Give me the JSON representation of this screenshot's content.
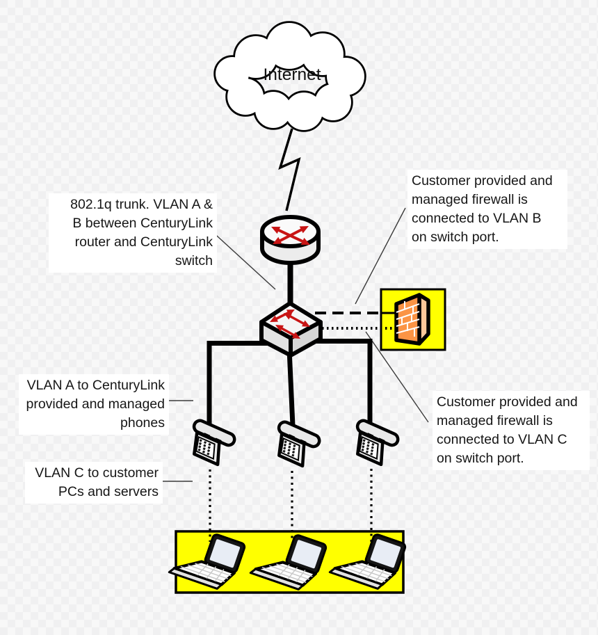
{
  "diagram": {
    "title_node": {
      "internet_label": "Internet"
    },
    "annotations": {
      "trunk": "802.1q trunk. VLAN A &\nB between CenturyLink\nrouter and CenturyLink\nswitch",
      "firewall_vlan_b": "Customer provided and\nmanaged firewall is\nconnected to VLAN B\non switch port.",
      "vlan_a_phones": "VLAN A to CenturyLink\nprovided and managed\nphones",
      "vlan_c_pcs": "VLAN C to customer\nPCs and servers",
      "firewall_vlan_c": "Customer provided and\nmanaged firewall is\nconnected to VLAN C\non switch port."
    },
    "nodes": [
      {
        "name": "internet-cloud",
        "icon": "cloud-icon"
      },
      {
        "name": "centurylink-router",
        "icon": "router-icon"
      },
      {
        "name": "centurylink-switch",
        "icon": "switch-icon"
      },
      {
        "name": "customer-firewall",
        "icon": "firewall-icon"
      },
      {
        "name": "phone-1",
        "icon": "phone-icon"
      },
      {
        "name": "phone-2",
        "icon": "phone-icon"
      },
      {
        "name": "phone-3",
        "icon": "phone-icon"
      },
      {
        "name": "laptop-1",
        "icon": "laptop-icon"
      },
      {
        "name": "laptop-2",
        "icon": "laptop-icon"
      },
      {
        "name": "laptop-3",
        "icon": "laptop-icon"
      }
    ],
    "links": [
      {
        "from": "internet-cloud",
        "to": "centurylink-router",
        "style": "lightning"
      },
      {
        "from": "centurylink-router",
        "to": "centurylink-switch",
        "style": "solid-thick"
      },
      {
        "from": "centurylink-switch",
        "to": "customer-firewall",
        "style": "dashed",
        "vlan": "B"
      },
      {
        "from": "centurylink-switch",
        "to": "customer-firewall",
        "style": "dotted",
        "vlan": "C"
      },
      {
        "from": "centurylink-switch",
        "to": "phone-1",
        "style": "solid-thick",
        "vlan": "A"
      },
      {
        "from": "centurylink-switch",
        "to": "phone-2",
        "style": "solid-thick",
        "vlan": "A"
      },
      {
        "from": "centurylink-switch",
        "to": "phone-3",
        "style": "solid-thick",
        "vlan": "A"
      },
      {
        "from": "phone-1",
        "to": "laptop-1",
        "style": "dotted",
        "vlan": "C"
      },
      {
        "from": "phone-2",
        "to": "laptop-2",
        "style": "dotted",
        "vlan": "C"
      },
      {
        "from": "phone-3",
        "to": "laptop-3",
        "style": "dotted",
        "vlan": "C"
      }
    ],
    "colors": {
      "highlight_yellow": "#ffff00",
      "arrow_red": "#c81414",
      "brick_orange": "#fb9445",
      "line_black": "#000000",
      "label_background": "#ffffff"
    }
  }
}
